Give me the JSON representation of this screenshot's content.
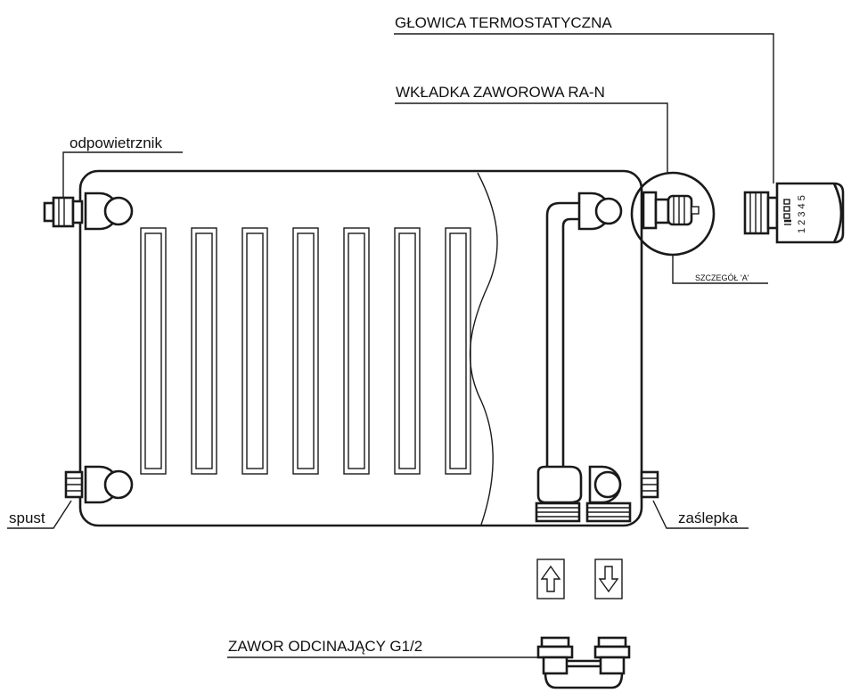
{
  "labels": {
    "thermostat_head": "GŁOWICA TERMOSTATYCZNA",
    "valve_insert": "WKŁADKA ZAWOROWA RA-N",
    "air_vent": "odpowietrznik",
    "detail": "SZCZEGÓŁ 'A'",
    "drain": "spust",
    "blank_plug": "zaślepka",
    "shutoff_valve": "ZAWOR ODCINAJĄCY  G1/2"
  },
  "thermostat_scale": "1 2 3 4 5",
  "colors": {
    "line": "#1a1a1a",
    "background": "#ffffff",
    "text": "#111111"
  }
}
